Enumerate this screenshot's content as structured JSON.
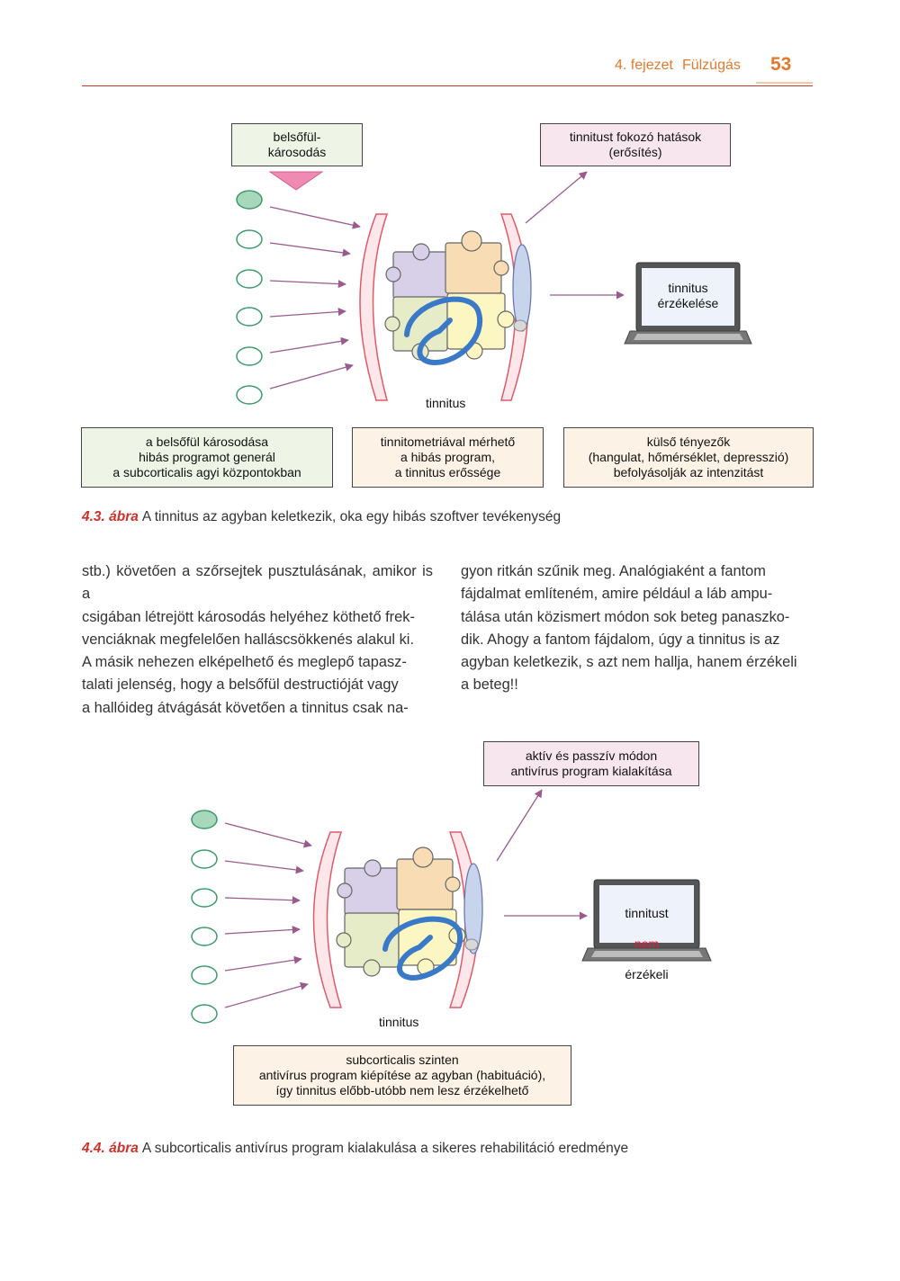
{
  "header": {
    "chapter": "4. fejezet",
    "section": "Fülzúgás",
    "page": "53"
  },
  "figure1": {
    "top_box": "belsőfül-\nkárosodás",
    "effects_box": "tinnitust fokozó hatások\n(erősítés)",
    "screen": "tinnitus\nérzékelése",
    "center_label": "tinnitus",
    "bottom_boxes": [
      "a belsőfül károsodása\nhibás programot generál\na subcorticalis agyi központokban",
      "tinnitometriával mérhető\na hibás program,\na tinnitus erőssége",
      "külső tényezők\n(hangulat, hőmérséklet, depresszió)\nbefolyásolják az intenzitást"
    ],
    "caption_num": "4.3. ábra",
    "caption_text": "A tinnitus az agyban keletkezik, oka egy hibás szoftver tevékenység"
  },
  "body_text": {
    "left": [
      "stb.) követően a szőrsejtek pusztulásának, amikor is a",
      "csigában létrejött károsodás helyéhez köthető frek-",
      "venciáknak megfelelően halláscsökkenés alakul ki.",
      "A másik nehezen elképelhető és meglepő tapasz-",
      "talati jelenség, hogy a belsőfül destructióját vagy",
      "a hallóideg átvágását követően a tinnitus csak na-"
    ],
    "right": [
      "gyon ritkán szűnik meg. Analógiaként a fantom",
      "fájdalmat említeném, amire például a láb ampu-",
      "tálása után közismert módon sok beteg panaszko-",
      "dik. Ahogy a fantom fájdalom, úgy a tinnitus is az",
      "agyban keletkezik, s azt nem hallja, hanem érzékeli",
      "a beteg!!"
    ]
  },
  "figure2": {
    "top_box": "aktív és passzív módon\nantivírus program kialakítása",
    "screen_line1": "tinnitust",
    "screen_line2": "nem",
    "screen_line3": "érzékeli",
    "center_label": "tinnitus",
    "bottom_box": "subcorticalis szinten\nantivírus program kiépítése az agyban (habituáció),\nígy tinnitus előbb-utóbb nem lesz érzékelhető",
    "caption_num": "4.4. ábra",
    "caption_text": "A subcorticalis antivírus program kialakulása a sikeres rehabilitáció eredménye"
  },
  "colors": {
    "accent_orange": "#e07b2e",
    "rule_red": "#c8332a",
    "caption_red": "#d0302a",
    "arrow_purple": "#9b5a8e",
    "bracket_red": "#e05a6a",
    "circle_green": "#3a9a6a",
    "loop_blue": "#3a78c8",
    "piece_purple": "#d8cfe8",
    "piece_orange": "#f8dcb4",
    "piece_green": "#e6ecc8",
    "piece_yellow": "#fbf6c2",
    "highlight_red": "#e0183c"
  },
  "icons": [
    "ear-oval-icon",
    "laptop-icon",
    "puzzle-icon",
    "arrow-icon",
    "triangle-marker-icon"
  ]
}
